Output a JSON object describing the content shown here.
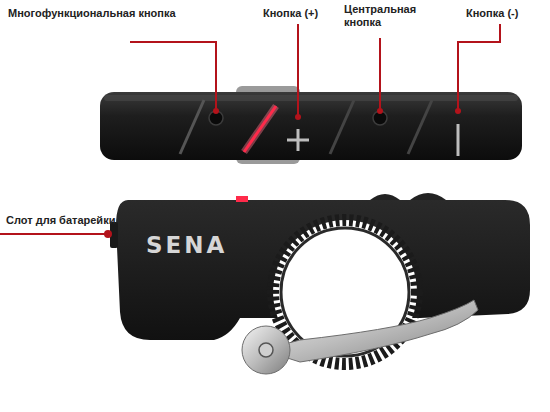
{
  "diagram": {
    "labels": [
      "Многофункциональная кнопка",
      "Кнопка (+)",
      "Центральная кнопка",
      "Кнопка (-)",
      "Слот для батарейки",
      "SENA"
    ]
  }
}
